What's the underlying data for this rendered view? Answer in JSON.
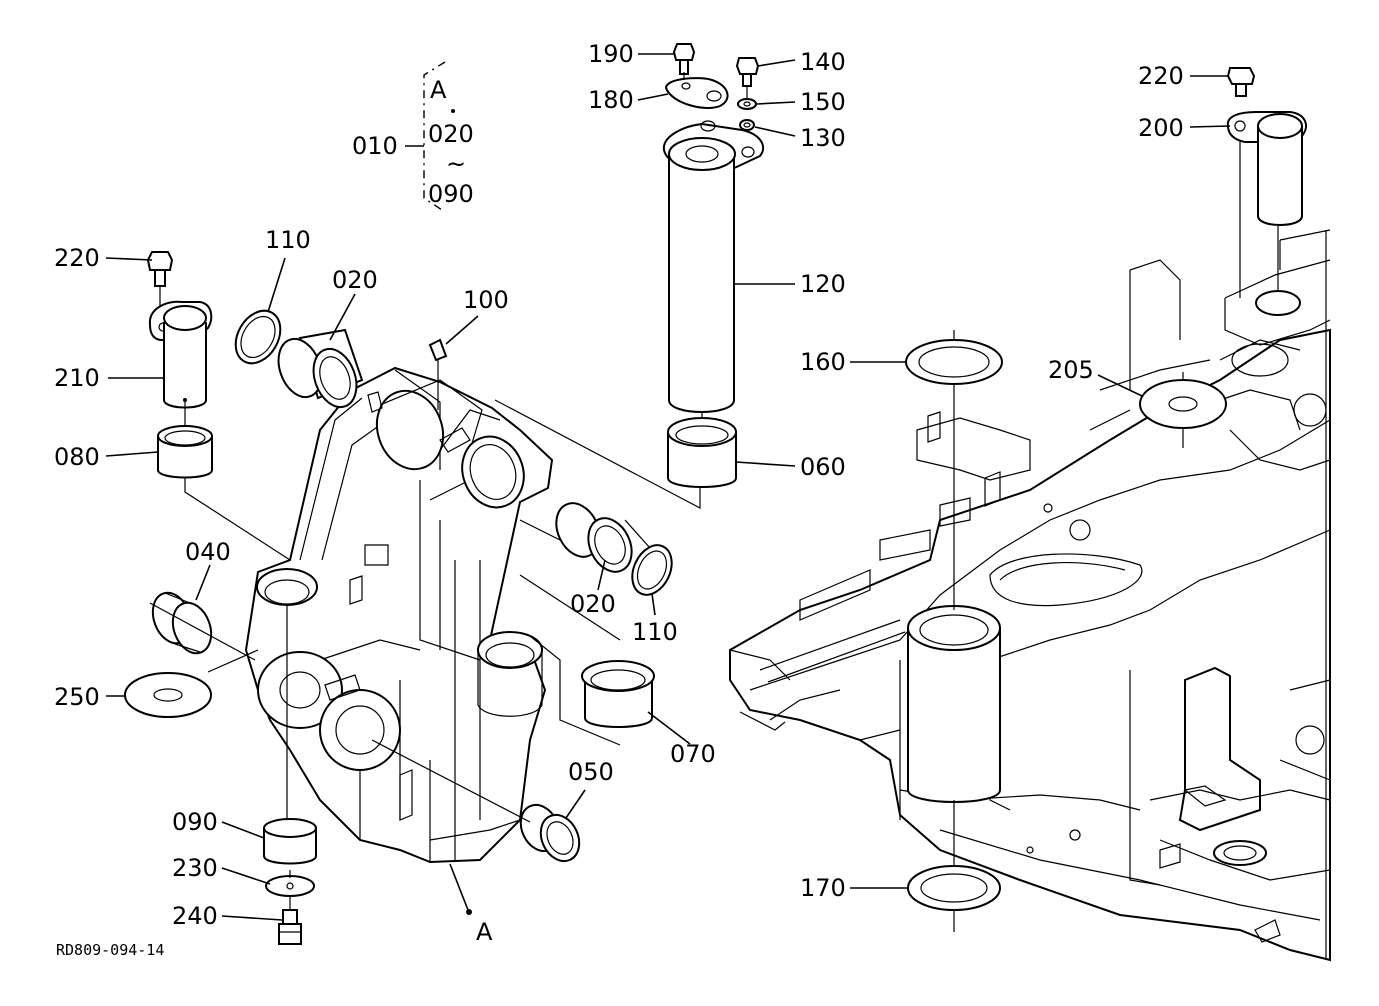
{
  "diagram": {
    "reference_code": "RD809-094-14",
    "group": {
      "label": "010",
      "contents": [
        "A",
        "020",
        "~",
        "090"
      ]
    },
    "labels": {
      "p010": "010",
      "p020a": "020",
      "p020b": "020",
      "p040": "040",
      "p050": "050",
      "p060": "060",
      "p070": "070",
      "p080": "080",
      "p090": "090",
      "p100": "100",
      "p110a": "110",
      "p110b": "110",
      "p120": "120",
      "p130": "130",
      "p140": "140",
      "p150": "150",
      "p160": "160",
      "p170": "170",
      "p180": "180",
      "p190": "190",
      "p200": "200",
      "p205": "205",
      "p210": "210",
      "p220a": "220",
      "p220b": "220",
      "p230": "230",
      "p240": "240",
      "p250": "250",
      "markA": "A"
    }
  }
}
